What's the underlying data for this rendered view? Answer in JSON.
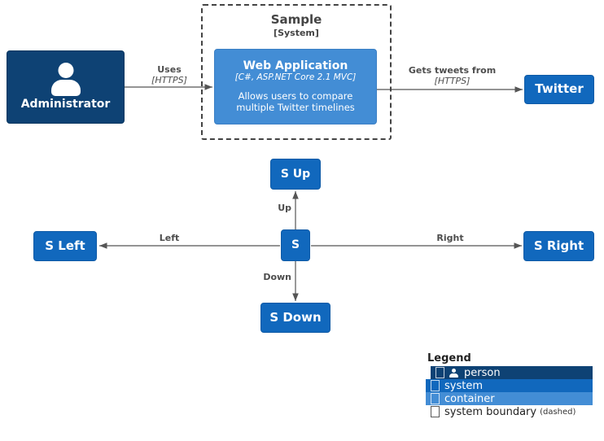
{
  "diagram": {
    "nodes": {
      "administrator": {
        "label": "Administrator",
        "type": "person",
        "icon": "person-icon"
      },
      "web_application": {
        "title": "Web Application",
        "tech": "[C#, ASP.NET Core 2.1 MVC]",
        "description": "Allows users to compare multiple Twitter timelines",
        "type": "container"
      },
      "twitter": {
        "label": "Twitter",
        "type": "system"
      },
      "s_center": {
        "label": "S",
        "type": "system"
      },
      "s_up": {
        "label": "S Up",
        "type": "system"
      },
      "s_down": {
        "label": "S Down",
        "type": "system"
      },
      "s_left": {
        "label": "S Left",
        "type": "system"
      },
      "s_right": {
        "label": "S Right",
        "type": "system"
      }
    },
    "boundary": {
      "title": "Sample",
      "subtitle": "[System]",
      "style": "dashed"
    },
    "edges": {
      "uses": {
        "label": "Uses",
        "tech": "[HTTPS]"
      },
      "gets_tweets": {
        "label": "Gets tweets from",
        "tech": "[HTTPS]"
      },
      "up": {
        "label": "Up"
      },
      "down": {
        "label": "Down"
      },
      "left": {
        "label": "Left"
      },
      "right": {
        "label": "Right"
      }
    }
  },
  "legend": {
    "title": "Legend",
    "rows": [
      {
        "label": "person",
        "color": "#0e4274",
        "glyph": "person-icon"
      },
      {
        "label": "system",
        "color": "#1168bd",
        "glyph": "box-glyph"
      },
      {
        "label": "container",
        "color": "#438dd5",
        "glyph": "box-glyph"
      },
      {
        "label": "system boundary",
        "note": "(dashed)",
        "color": "#ffffff",
        "glyph": "box-glyph"
      }
    ]
  },
  "colors": {
    "person": "#0e4274",
    "system": "#1168bd",
    "container": "#438dd5",
    "edge": "#555555",
    "text_dark": "#4d4d4d"
  }
}
